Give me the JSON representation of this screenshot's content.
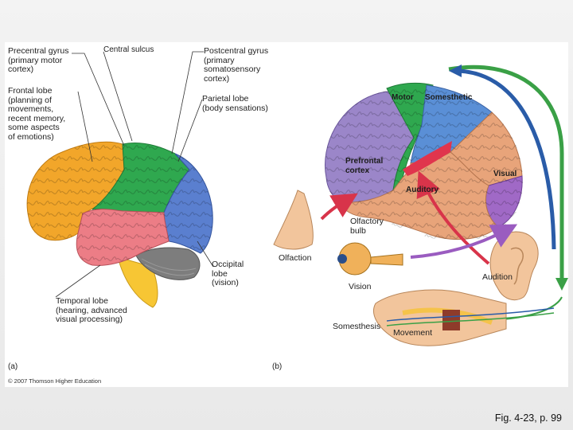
{
  "panel_a": {
    "label": "(a)",
    "precentral": "Precentral gyrus\n(primary motor\ncortex)",
    "central_sulcus": "Central sulcus",
    "postcentral": "Postcentral gyrus\n(primary\nsomatosensory\ncortex)",
    "frontal": "Frontal lobe\n(planning of\nmovements,\nrecent memory,\nsome aspects\nof emotions)",
    "parietal": "Parietal lobe\n(body sensations)",
    "occipital": "Occipital\nlobe\n(vision)",
    "temporal": "Temporal lobe\n(hearing, advanced\nvisual processing)",
    "credit": "© 2007 Thomson Higher Education"
  },
  "panel_b": {
    "label": "(b)",
    "motor": "Motor",
    "somesthetic": "Somesthetic",
    "prefrontal": "Prefrontal\ncortex",
    "visual": "Visual",
    "auditory": "Auditory",
    "olfactory_bulb": "Olfactory\nbulb",
    "olfaction": "Olfaction",
    "vision": "Vision",
    "audition": "Audition",
    "somesthesis": "Somesthesis",
    "movement": "Movement"
  },
  "colors": {
    "frontal": "#f2a62a",
    "motor": "#2fa84f",
    "parietal": "#5a7fcf",
    "temporal": "#ec7d86",
    "occipital": "#5a7fcf",
    "cerebellum": "#7d7d7d",
    "brainstem": "#f7c634",
    "prefrontal_b": "#9b86c9",
    "somesthetic_b": "#5a8fd6",
    "auditory_b": "#e8a47a",
    "visual_b": "#a069c6",
    "blue_arrow": "#2a5ca8",
    "green_arrow": "#3aa046"
  },
  "caption": "Fig. 4-23, p. 99"
}
